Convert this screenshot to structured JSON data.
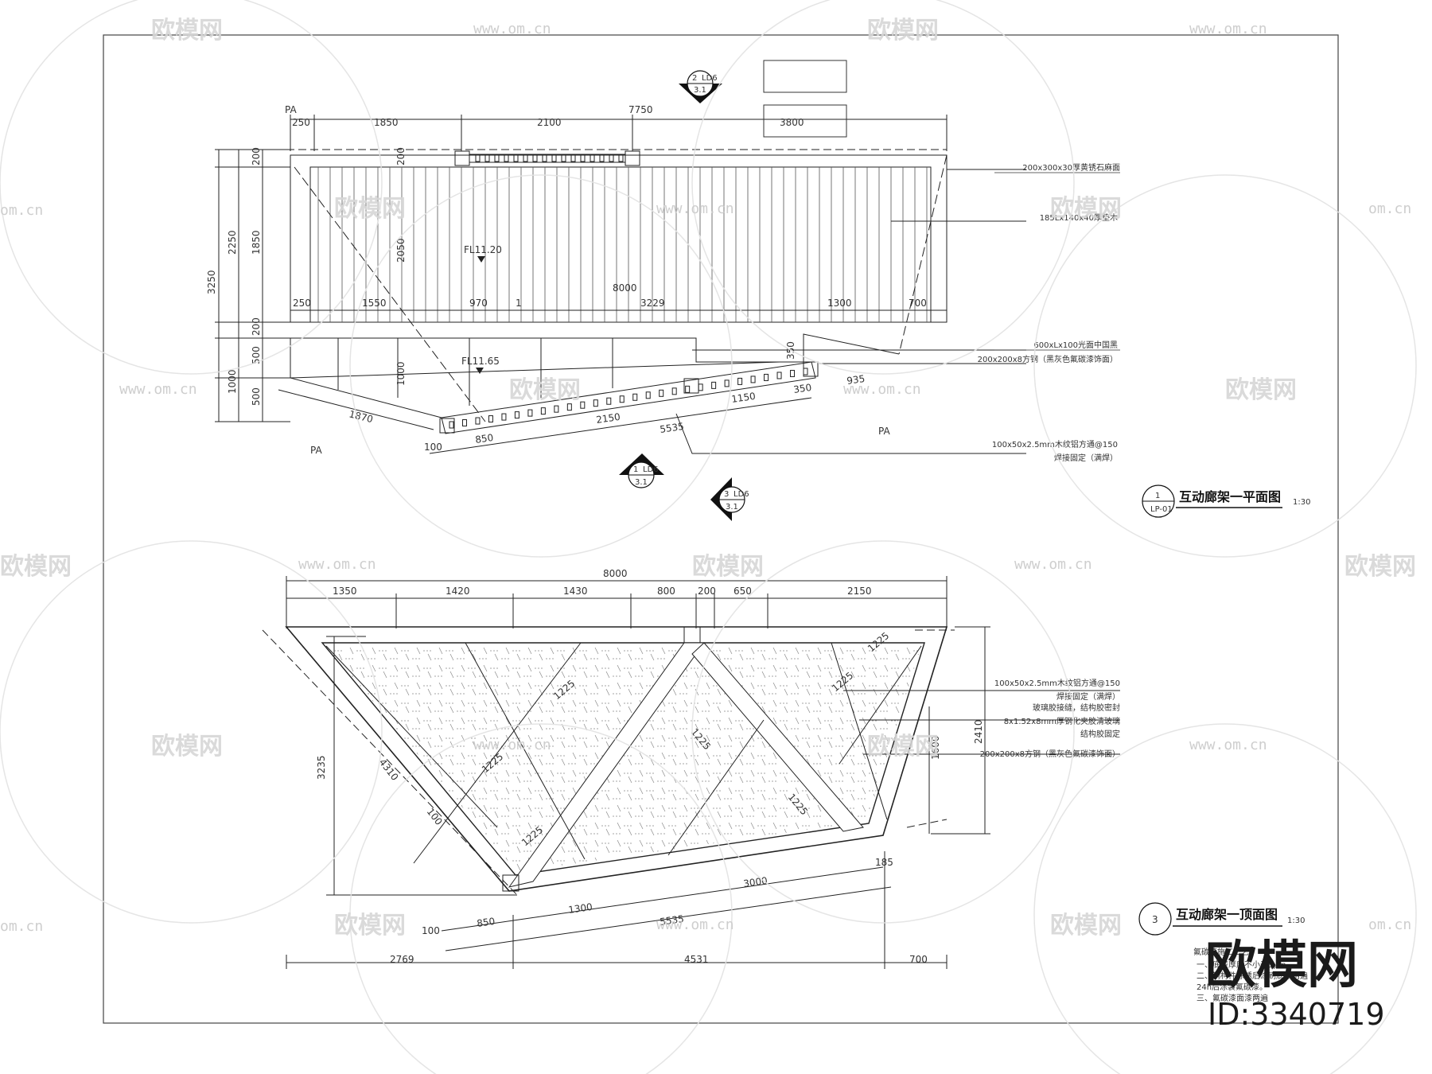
{
  "plan": {
    "title": "互动廊架一平面图",
    "scale": "1:30",
    "detail_top": "1",
    "detail_bottom": "LP-01",
    "dims_top": {
      "overall": "7750",
      "first": "250",
      "d1850": "1850",
      "d2100": "2100",
      "d3800": "3800"
    },
    "dims_mid": [
      "250",
      "1550",
      "970",
      "1",
      "3229",
      "1300",
      "700"
    ],
    "dim_8000": "8000",
    "dims_left": [
      "200",
      "1850",
      "200",
      "500",
      "500"
    ],
    "dim_2250": "2250",
    "dim_3250": "3250",
    "dim_1000a": "1000",
    "dim_1000b": "1000",
    "dim_200b": "200",
    "dim_2050": "2050",
    "dim_350": "350",
    "dims_bottom": {
      "d1870": "1870",
      "d100": "100",
      "d850": "850",
      "d2150": "2150",
      "d5535": "5535",
      "d1150": "1150",
      "d350": "350",
      "d935": "935"
    },
    "levels": [
      "FL11.20",
      "FL11.65"
    ],
    "pa_labels": [
      "PA",
      "PA",
      "PA"
    ],
    "notes": [
      "200x300x30厚黄锈石麻面",
      "185Lx140x40厚垫木",
      "600xLx100光面中国黑",
      "200x200x8方钢（黑灰色氟碳漆饰面）",
      "100x50x2.5mm木纹铝方通@150",
      "焊接固定（满焊）"
    ],
    "section_marks": [
      {
        "num": "2",
        "ref": "LD6",
        "sheet": "3.1"
      },
      {
        "num": "1",
        "ref": "LD6",
        "sheet": "3.1"
      },
      {
        "num": "3",
        "ref": "LD6",
        "sheet": "3.1"
      }
    ]
  },
  "ceiling": {
    "title": "互动廊架一顶面图",
    "scale": "1:30",
    "detail_top": "3",
    "dim_8000": "8000",
    "dims_top": [
      "1350",
      "1420",
      "1430",
      "800",
      "200",
      "650",
      "2150"
    ],
    "dim_3235": "3235",
    "dim_4310": "4310",
    "dim_100": "100",
    "dim_2410": "2410",
    "dim_1600": "1600",
    "inner_dims": [
      "1225",
      "1225",
      "1225",
      "1225",
      "1225",
      "1225",
      "1225"
    ],
    "dims_bottom": {
      "d850": "850",
      "d100": "100",
      "d1300": "1300",
      "d3000": "3000",
      "d5535": "5535",
      "d185": "185",
      "d2769": "2769",
      "d4531": "4531",
      "d700": "700"
    },
    "notes": [
      "100x50x2.5mm木纹铝方通@150",
      "焊接固定（满焊）",
      "玻璃胶接缝，结构胶密封",
      "8x1.52x8mm厚钢化夹胶清玻璃",
      "结构胶固定",
      "200x200x8方钢（黑灰色氟碳漆饰面）"
    ],
    "spec_heading": "氟碳漆施工工艺：",
    "spec_lines": [
      "一、底漆厚度不小于3μm",
      "二、钢构件除锈后涂刷底漆两遍",
      "24h后涂装氟碳漆。",
      "三、氟碳漆面漆两遍"
    ]
  },
  "watermark": {
    "site": "www.om.cn",
    "site_short": "om.cn",
    "name": "欧模网"
  },
  "corner": {
    "logo": "欧模网",
    "id": "ID:3340719"
  }
}
